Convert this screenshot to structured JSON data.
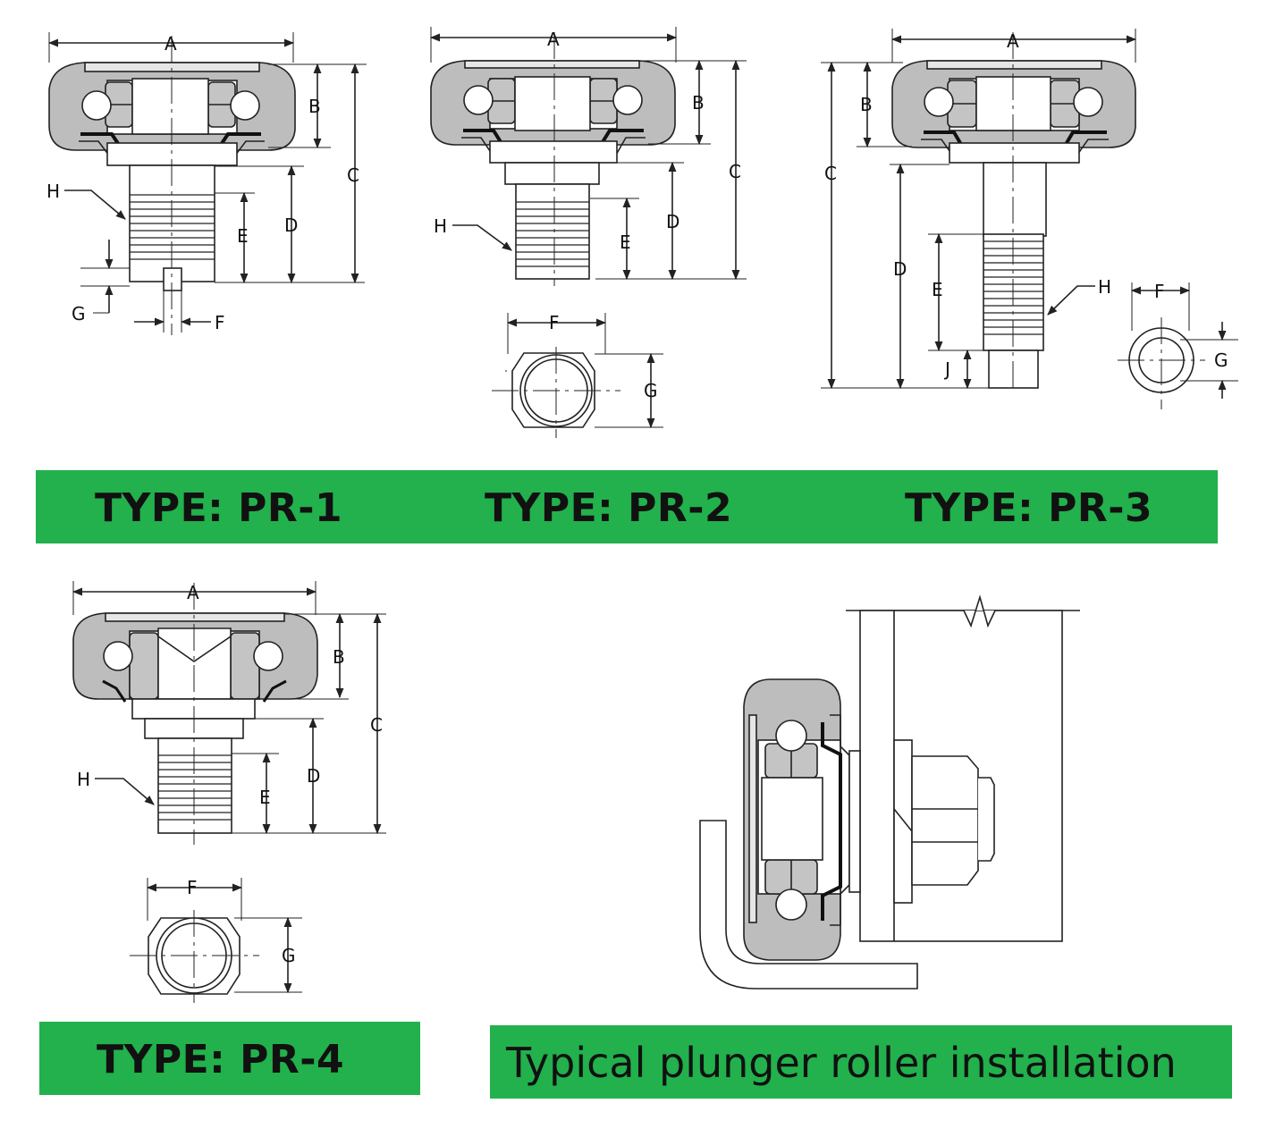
{
  "banners": {
    "pr1": "TYPE: PR-1",
    "pr2": "TYPE: PR-2",
    "pr3": "TYPE: PR-3",
    "pr4": "TYPE: PR-4",
    "installation": "Typical plunger roller installation"
  },
  "dimension_labels": {
    "a": "A",
    "b": "B",
    "c": "C",
    "d": "D",
    "e": "E",
    "f": "F",
    "g": "G",
    "h": "H",
    "j": "J"
  },
  "colors": {
    "banner": "#22b14c",
    "tire": "#bdbdbd",
    "seal": "#111111",
    "line": "#222222"
  }
}
